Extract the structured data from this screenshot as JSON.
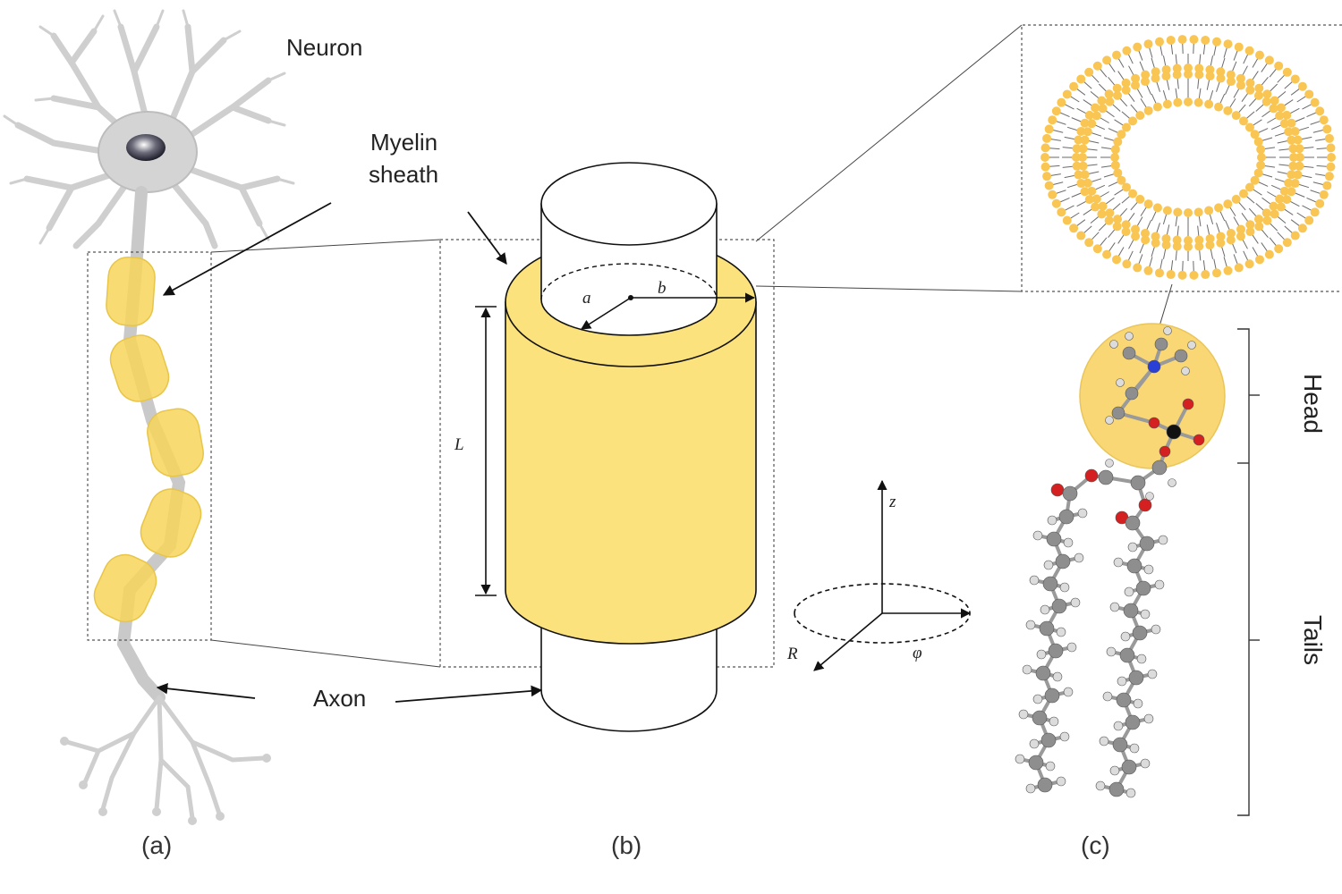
{
  "labels": {
    "neuron": "Neuron",
    "myelin_line1": "Myelin",
    "myelin_line2": "sheath",
    "axon": "Axon",
    "head": "Head",
    "tails": "Tails"
  },
  "variables": {
    "a": "a",
    "b": "b",
    "L": "L",
    "z": "z",
    "R": "R",
    "phi": "φ"
  },
  "captions": {
    "a": "(a)",
    "b": "(b)",
    "c": "(c)"
  },
  "colors": {
    "myelin": "#f7d65a",
    "myelin_fill": "#fbe27d",
    "lipid_head": "#f9c553",
    "neuron_body": "#d4d4d4",
    "oxygen": "#d42020",
    "nitrogen": "#2a3fd6",
    "phosphorus": "#111111",
    "carbon": "#8e8e8e",
    "hydrogen": "#dcdcdc"
  }
}
